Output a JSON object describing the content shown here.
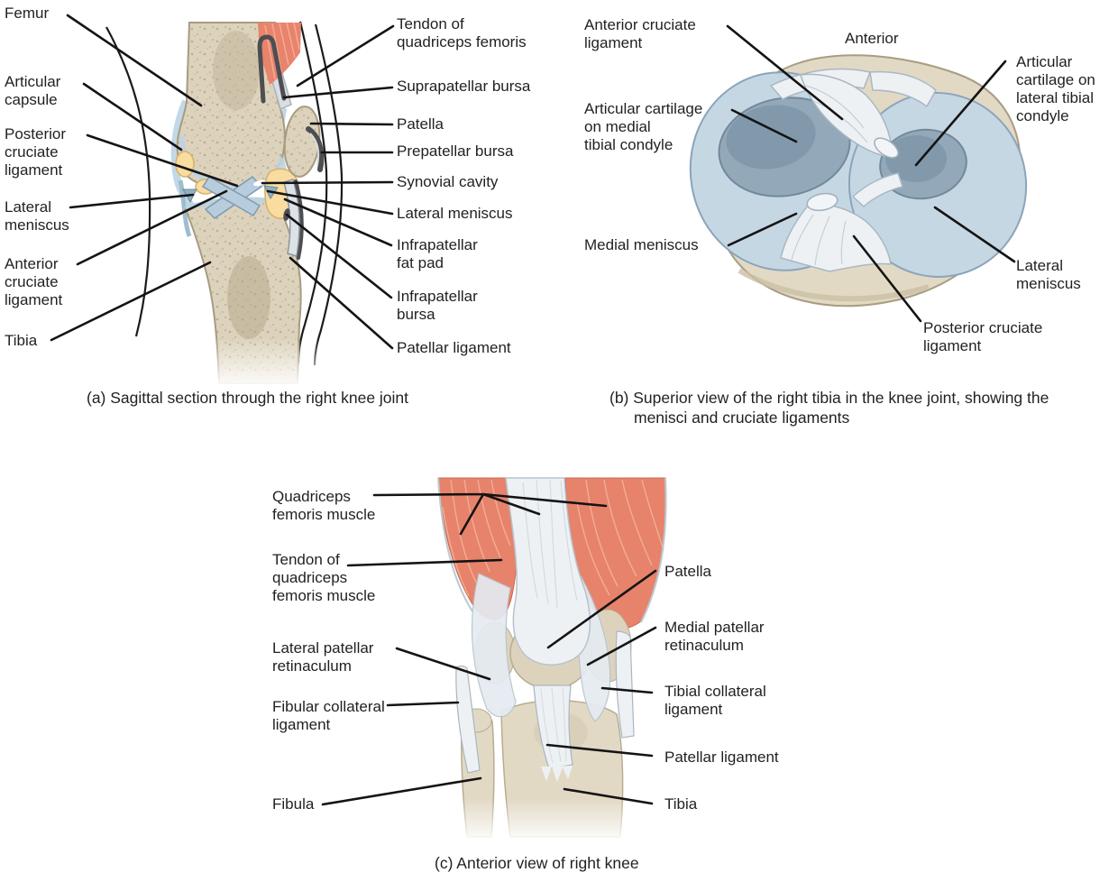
{
  "figure": {
    "panel_a": {
      "caption": "(a) Sagittal section through the right knee joint",
      "labels": {
        "femur": "Femur",
        "articular_capsule": "Articular\ncapsule",
        "posterior_cruciate_ligament": "Posterior\ncruciate\nligament",
        "lateral_meniscus_left": "Lateral\nmeniscus",
        "anterior_cruciate_ligament": "Anterior\ncruciate\nligament",
        "tibia": "Tibia",
        "tendon_of_quadriceps_femoris": "Tendon of\nquadriceps femoris",
        "suprapatellar_bursa": "Suprapatellar bursa",
        "patella": "Patella",
        "prepatellar_bursa": "Prepatellar bursa",
        "synovial_cavity": "Synovial cavity",
        "lateral_meniscus_right": "Lateral meniscus",
        "infrapatellar_fat_pad": "Infrapatellar\nfat pad",
        "infrapatellar_bursa": "Infrapatellar\nbursa",
        "patellar_ligament": "Patellar ligament"
      }
    },
    "panel_b": {
      "caption": "(b) Superior view of the right tibia in the knee joint, showing the menisci and cruciate ligaments",
      "orientation_marker": "Anterior",
      "labels": {
        "anterior_cruciate_ligament": "Anterior cruciate\nligament",
        "articular_cartilage_medial": "Articular cartilage\non medial\ntibial condyle",
        "medial_meniscus": "Medial meniscus",
        "articular_cartilage_lateral": "Articular\ncartilage on\nlateral tibial\ncondyle",
        "lateral_meniscus": "Lateral\nmeniscus",
        "posterior_cruciate_ligament": "Posterior cruciate\nligament"
      }
    },
    "panel_c": {
      "caption": "(c) Anterior view of right knee",
      "labels": {
        "quadriceps_femoris_muscle": "Quadriceps\nfemoris muscle",
        "tendon_of_quadriceps_femoris_muscle": "Tendon of\nquadriceps\nfemoris muscle",
        "lateral_patellar_retinaculum": "Lateral patellar\nretinaculum",
        "fibular_collateral_ligament": "Fibular collateral\nligament",
        "fibula": "Fibula",
        "patella": "Patella",
        "medial_patellar_retinaculum": "Medial patellar\nretinaculum",
        "tibial_collateral_ligament": "Tibial collateral\nligament",
        "patellar_ligament": "Patellar ligament",
        "tibia": "Tibia"
      }
    },
    "colors": {
      "bone": "#ded4bf",
      "bone_outline": "#a79c81",
      "cartilage_blue": "#c6d7e4",
      "cartilage_dark": "#93a9ba",
      "ligament_white": "#eef1f4",
      "muscle_red": "#e7836b",
      "fat_pad_yellow": "#f8dca0",
      "bursa_dark": "#4d4e52",
      "leader_line": "#141414",
      "text": "#231f20"
    }
  }
}
